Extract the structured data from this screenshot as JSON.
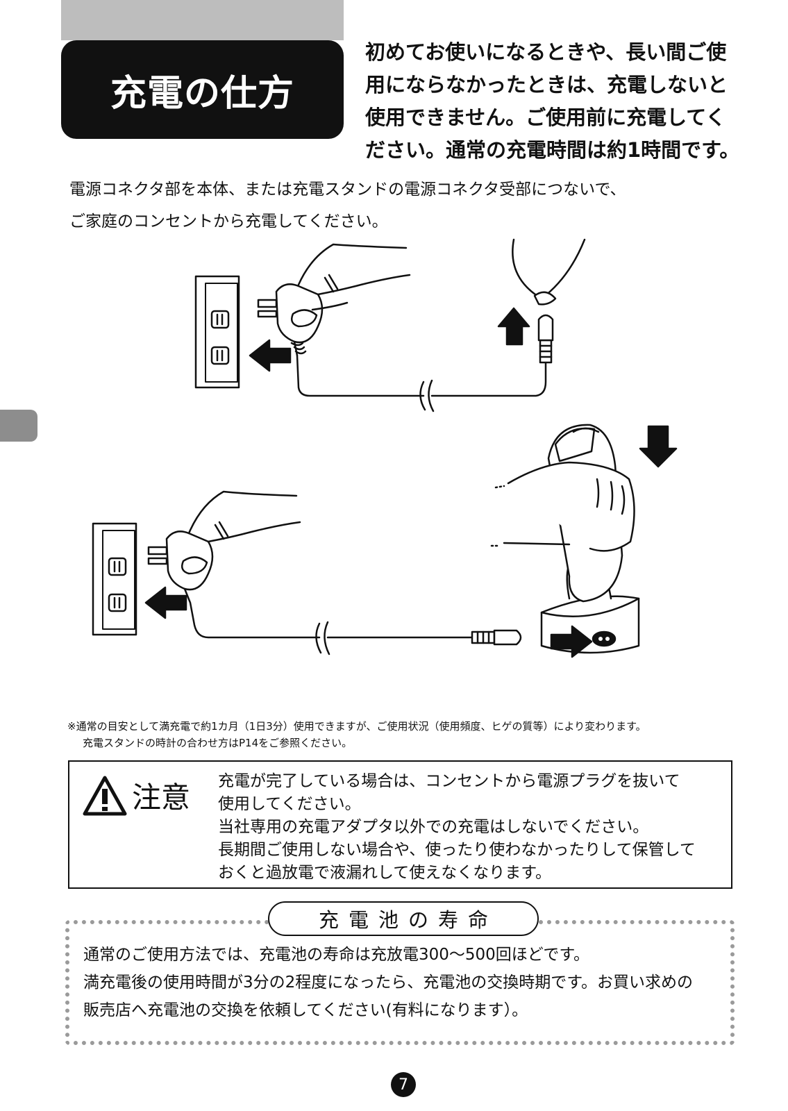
{
  "header": {
    "title": "充電の仕方",
    "intro_lines": [
      "初めてお使いになるときや、長い間ご使",
      "用にならなかったときは、充電しないと",
      "使用できません。ご使用前に充電してく",
      "ださい。通常の充電時間は約1時間です。"
    ]
  },
  "instruction": {
    "lines": [
      "電源コネクタ部を本体、または充電スタンドの電源コネクタ受部につないで、",
      "ご家庭のコンセントから充電してください。"
    ]
  },
  "note": {
    "lines": [
      "※通常の目安として満充電で約1カ月（1日3分）使用できますが、ご使用状況（使用頻度、ヒゲの質等）により変わります。",
      "充電スタンドの時計の合わせ方はP14をご参照ください。"
    ]
  },
  "caution": {
    "label": "注意",
    "lines": [
      "充電が完了している場合は、コンセントから電源プラグを抜いて",
      "使用してください。",
      "当社専用の充電アダプタ以外での充電はしないでください。",
      "長期間ご使用しない場合や、使ったり使わなかったりして保管して",
      "おくと過放電で液漏れして使えなくなります。"
    ]
  },
  "battery": {
    "title": "充電池の寿命",
    "lines": [
      "通常のご使用方法では、充電池の寿命は充放電300〜500回ほどです。",
      "満充電後の使用時間が3分の2程度になったら、充電池の交換時期です。お買い求めの",
      "販売店へ充電池の交換を依頼してください(有料になります）。"
    ]
  },
  "page": {
    "number": "7"
  }
}
